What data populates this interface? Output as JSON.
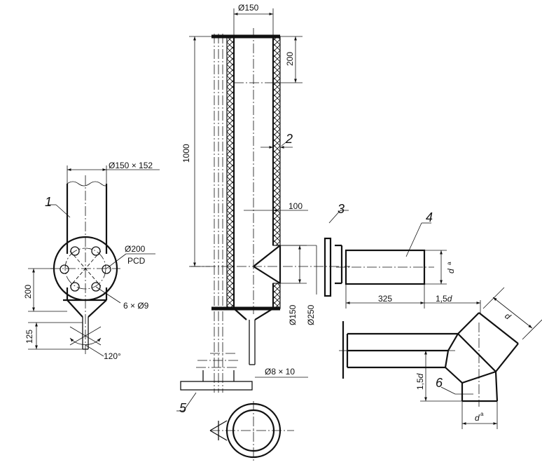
{
  "dimensions": {
    "bore": "Ø150",
    "length_200": "200",
    "length_1000": "1000",
    "offset_100": "100",
    "pipe_spec": "Ø150 × 152",
    "pcd_dia": "Ø200",
    "pcd_label": "PCD",
    "holes": "6 × Ø9",
    "height_200": "200",
    "height_125": "125",
    "angle": "120°",
    "probe_spec": "Ø8 × 10",
    "flange_150": "Ø150",
    "flange_250": "Ø250",
    "length_325": "325",
    "dist_prefix": "1,5",
    "var_d": "d",
    "note_a": "a"
  },
  "callouts": [
    "1",
    "2",
    "3",
    "4",
    "5",
    "6"
  ]
}
